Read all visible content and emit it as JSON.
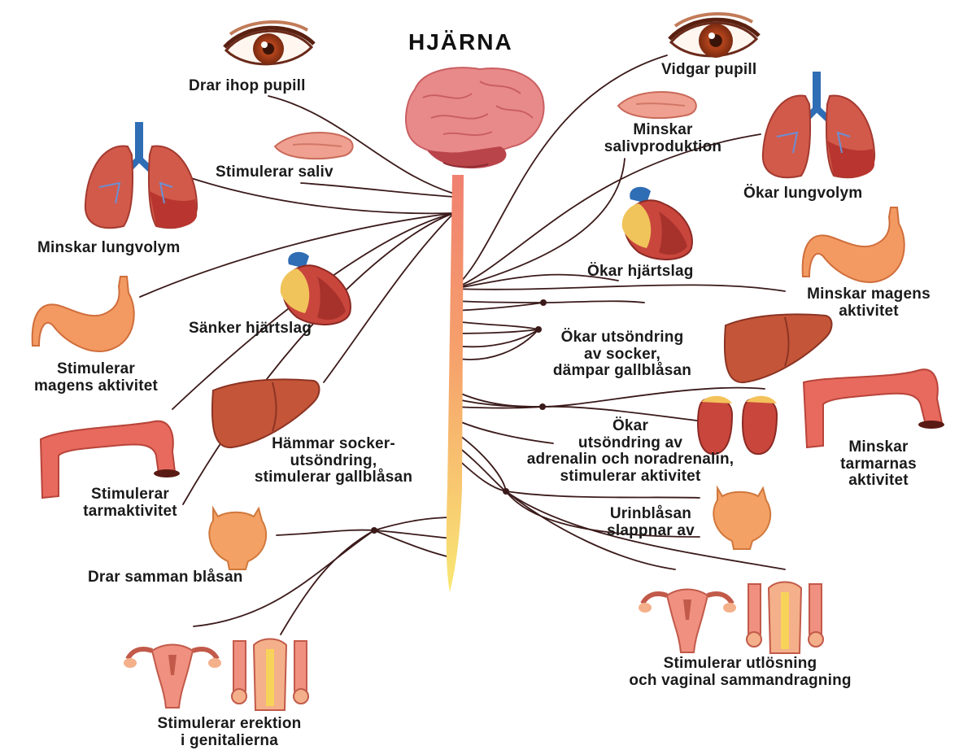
{
  "title": "HJÄRNA",
  "labels": {
    "drar_ihop_pupill": "Drar ihop pupill",
    "stimulerar_saliv": "Stimulerar saliv",
    "minskar_lungvolym": "Minskar lungvolym",
    "sanker_hjartslag": "Sänker hjärtslag",
    "stimulerar_magens_1": "Stimulerar",
    "stimulerar_magens_2": "magens aktivitet",
    "hammar_1": "Hämmar socker-",
    "hammar_2": "utsöndring,",
    "hammar_3": "stimulerar gallblåsan",
    "stimulerar_tarm_1": "Stimulerar",
    "stimulerar_tarm_2": "tarmaktivitet",
    "drar_samman_blasan": "Drar samman blåsan",
    "erektion_1": "Stimulerar erektion",
    "erektion_2": "i genitalierna",
    "vidgar_pupill": "Vidgar pupill",
    "minskar_saliv_1": "Minskar",
    "minskar_saliv_2": "salivproduktion",
    "okar_lungvolym": "Ökar lungvolym",
    "okar_hjartslag": "Ökar hjärtslag",
    "minskar_magens_1": "Minskar magens",
    "minskar_magens_2": "aktivitet",
    "okar_socker_1": "Ökar utsöndring",
    "okar_socker_2": "av socker,",
    "okar_socker_3": "dämpar gallblåsan",
    "okar_adrenalin_1": "Ökar",
    "okar_adrenalin_2": "utsöndring av",
    "okar_adrenalin_3": "adrenalin och noradrenalin,",
    "okar_adrenalin_4": "stimulerar aktivitet",
    "minskar_tarm_1": "Minskar",
    "minskar_tarm_2": "tarmarnas",
    "minskar_tarm_3": "aktivitet",
    "urinblasan_1": "Urinblåsan",
    "urinblasan_2": "slappnar av",
    "utlosning_1": "Stimulerar utlösning",
    "utlosning_2": "och vaginal sammandragning"
  },
  "colors": {
    "nerve_line": "#3b1a1a",
    "brain": "#e8787a",
    "organ_red": "#c9463d",
    "organ_orange": "#f0965a",
    "liver": "#b8482f",
    "spine_top": "#f2836e",
    "spine_bottom": "#f7e36a",
    "trachea": "#2f6db5"
  },
  "icons": [
    "eye-icon",
    "tongue-icon",
    "lungs-icon",
    "heart-icon",
    "stomach-icon",
    "liver-icon",
    "intestine-icon",
    "bladder-icon",
    "adrenal-icon",
    "female-reproductive-icon",
    "male-reproductive-icon",
    "brain-icon",
    "spinal-cord-icon"
  ]
}
